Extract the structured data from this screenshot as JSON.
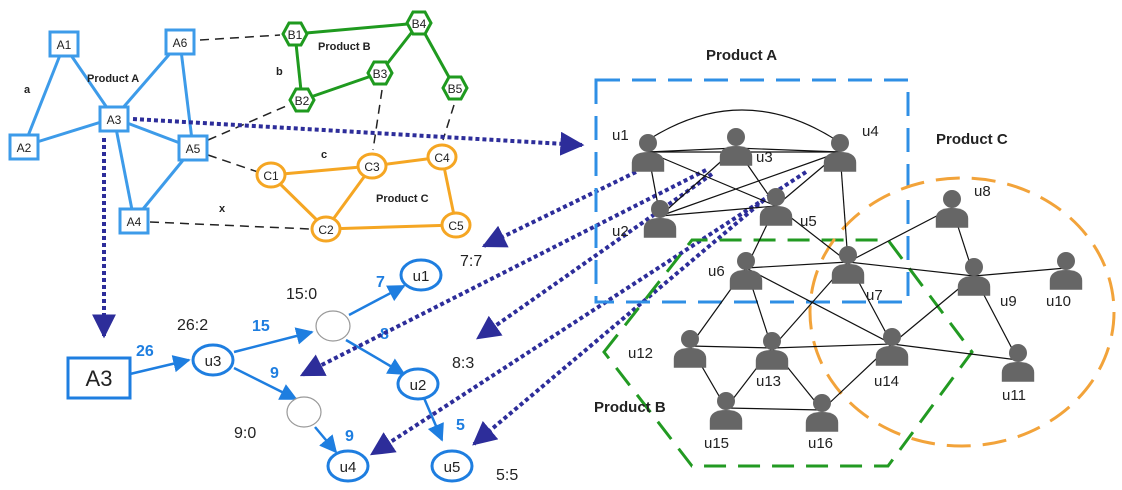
{
  "graph_left": {
    "product_a_label": "Product A",
    "product_b_label": "Product B",
    "product_c_label": "Product C",
    "edge_labels": [
      "a",
      "b",
      "c",
      "x"
    ],
    "a_nodes": [
      "A1",
      "A2",
      "A3",
      "A4",
      "A5",
      "A6"
    ],
    "b_nodes": [
      "B1",
      "B2",
      "B3",
      "B4",
      "B5"
    ],
    "c_nodes": [
      "C1",
      "C2",
      "C3",
      "C4",
      "C5"
    ]
  },
  "tree": {
    "root": "A3",
    "root_weight": "26",
    "u3_label": "u3",
    "u3_ratio": "26:2",
    "top_ratio": "15:0",
    "weight_15": "15",
    "weight_9_left": "9",
    "weight_7": "7",
    "weight_8": "8",
    "weight_5": "5",
    "weight_9_bottom": "9",
    "bottom_ratio": "9:0",
    "u1_label": "u1",
    "u1_ratio": "7:7",
    "u2_label": "u2",
    "u2_ratio": "8:3",
    "u4_label": "u4",
    "u5_label": "u5",
    "u5_ratio": "5:5"
  },
  "network": {
    "product_a_label": "Product A",
    "product_b_label": "Product B",
    "product_c_label": "Product C",
    "users": [
      "u1",
      "u2",
      "u3",
      "u4",
      "u5",
      "u6",
      "u7",
      "u8",
      "u9",
      "u10",
      "u11",
      "u12",
      "u13",
      "u14",
      "u15",
      "u16"
    ]
  },
  "colors": {
    "blue": "#3d9be9",
    "green": "#1f9a1f",
    "orange": "#f5a623",
    "dark_blue": "#2d2d9a",
    "dash_blue": "#2f8fe5",
    "dash_green": "#229a22",
    "dash_orange": "#f2a33a",
    "tree_blue": "#1e7ee0"
  }
}
